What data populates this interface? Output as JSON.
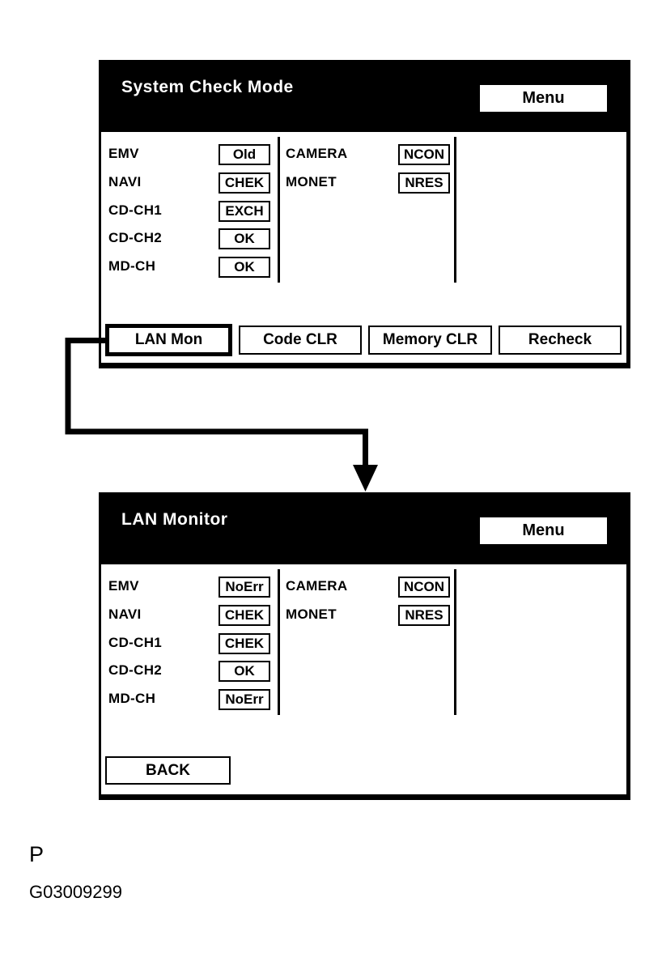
{
  "colors": {
    "ink": "#000000",
    "header_bg": "#000000",
    "header_text": "#ffffff",
    "screen_bg": "#ffffff"
  },
  "screens": [
    {
      "title": "System Check Mode",
      "menu_label": "Menu",
      "rows_left": [
        {
          "label": "EMV",
          "status": "Old"
        },
        {
          "label": "NAVI",
          "status": "CHEK"
        },
        {
          "label": "CD-CH1",
          "status": "EXCH"
        },
        {
          "label": "CD-CH2",
          "status": "OK"
        },
        {
          "label": "MD-CH",
          "status": "OK"
        }
      ],
      "rows_right": [
        {
          "label": "CAMERA",
          "status": "NCON"
        },
        {
          "label": "MONET",
          "status": "NRES"
        }
      ],
      "buttons": [
        {
          "label": "LAN Mon",
          "selected": true
        },
        {
          "label": "Code CLR",
          "selected": false
        },
        {
          "label": "Memory CLR",
          "selected": false
        },
        {
          "label": "Recheck",
          "selected": false
        }
      ]
    },
    {
      "title": "LAN Monitor",
      "menu_label": "Menu",
      "rows_left": [
        {
          "label": "EMV",
          "status": "NoErr"
        },
        {
          "label": "NAVI",
          "status": "CHEK"
        },
        {
          "label": "CD-CH1",
          "status": "CHEK"
        },
        {
          "label": "CD-CH2",
          "status": "OK"
        },
        {
          "label": "MD-CH",
          "status": "NoErr"
        }
      ],
      "rows_right": [
        {
          "label": "CAMERA",
          "status": "NCON"
        },
        {
          "label": "MONET",
          "status": "NRES"
        }
      ],
      "buttons": [
        {
          "label": "BACK",
          "selected": false
        }
      ]
    }
  ],
  "footer": {
    "page_marker": "P",
    "figure_number": "G03009299"
  }
}
